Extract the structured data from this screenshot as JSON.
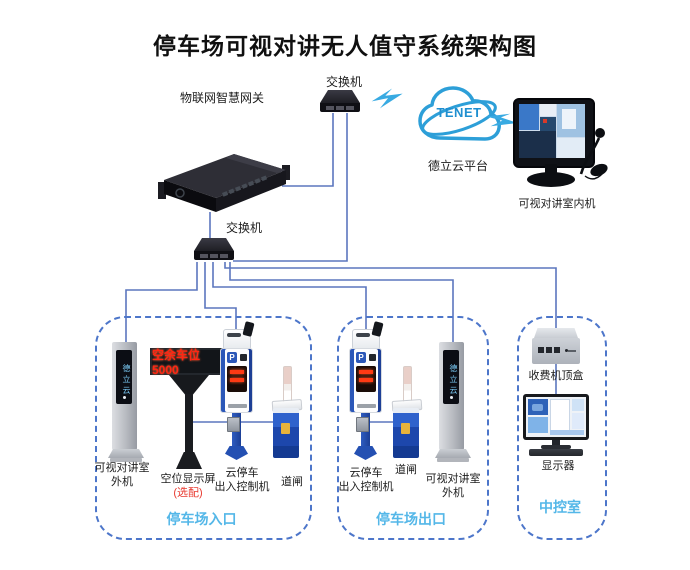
{
  "title": "停车场可视对讲无人值守系统架构图",
  "palette": {
    "line_blue": "#5b76be",
    "dashed_border_blue": "#4d76ca",
    "zone_label_cyan": "#54b7e8",
    "led_red": "#ff2613",
    "cloud_blue": "#2d9fd8"
  },
  "top": {
    "gateway_label": "物联网智慧网关",
    "switch_top_label": "交换机",
    "switch_mid_label": "交换机",
    "cloud": {
      "logo": "TENET",
      "label": "德立云平台"
    },
    "indoor_unit_label": "可视对讲室内机"
  },
  "zones": {
    "entrance": {
      "label": "停车场入口",
      "outdoor_unit": {
        "line1": "可视对讲室",
        "line2": "外机",
        "screen_text": "德立云"
      },
      "vacancy_sign": {
        "led_text": "空余车位5000",
        "line1": "空位显示屏",
        "line2": "(选配)"
      },
      "kiosk": {
        "line1": "云停车",
        "line2": "出入控制机",
        "logo": "P"
      },
      "barrier": {
        "label": "道闸"
      }
    },
    "exit": {
      "label": "停车场出口",
      "kiosk": {
        "line1": "云停车",
        "line2": "出入控制机",
        "logo": "P"
      },
      "barrier": {
        "label": "道闸"
      },
      "outdoor_unit": {
        "line1": "可视对讲室",
        "line2": "外机",
        "screen_text": "德立云"
      }
    },
    "control": {
      "label": "中控室",
      "settop_label": "收费机顶盒",
      "display_label": "显示器"
    }
  }
}
